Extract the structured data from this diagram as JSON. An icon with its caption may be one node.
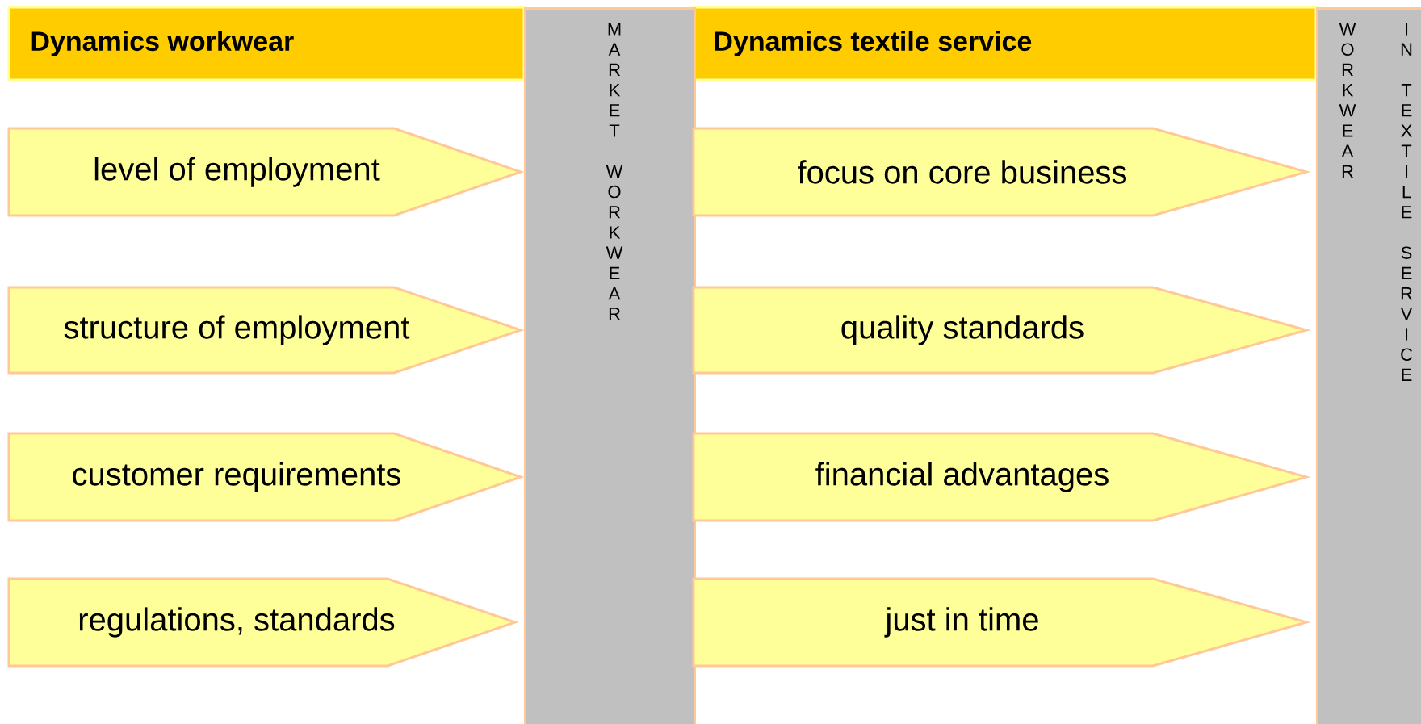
{
  "diagram": {
    "nodes": [
      {
        "text": [
          "Dynamics workwear"
        ]
      },
      {
        "text": [
          "MARKET WORKWEAR"
        ]
      },
      {
        "text": [
          "Dynamics textile service"
        ]
      },
      {
        "text": [
          "WORKWEAR",
          "IN TEXTILE SERVICE"
        ]
      },
      {
        "text": [
          "level of employment"
        ]
      },
      {
        "text": [
          "structure of employment"
        ]
      },
      {
        "text": [
          "customer requirements"
        ]
      },
      {
        "text": [
          "regulations, standards"
        ]
      },
      {
        "text": [
          "focus on core business"
        ]
      },
      {
        "text": [
          "quality standards"
        ]
      },
      {
        "text": [
          "financial advantages"
        ]
      },
      {
        "text": [
          "just in time"
        ]
      }
    ]
  }
}
